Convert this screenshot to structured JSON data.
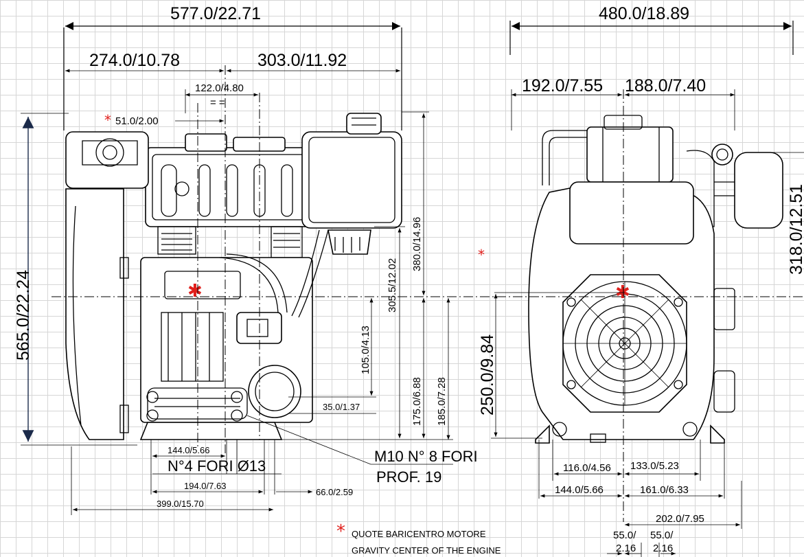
{
  "dimensions": {
    "top_overall_left": "577.0/22.71",
    "top_overall_right": "480.0/18.89",
    "left_part": "274.0/10.78",
    "right_part": "303.0/11.92",
    "center_offset": "122.0/4.80",
    "gravity_offset": "51.0/2.00",
    "side_left": "192.0/7.55",
    "side_right": "188.0/7.40",
    "height_overall": "565.0/22.24",
    "height_380": "380.0/14.96",
    "height_305": "305.5/12.02",
    "height_105": "105.0/4.13",
    "dim_35": "35.0/1.37",
    "height_175": "175.0/6.88",
    "height_185": "185.0/7.28",
    "height_250": "250.0/9.84",
    "height_318": "318.0/12.51",
    "base_144_left": "144.0/5.66",
    "base_194": "194.0/7.63",
    "base_66": "66.0/2.59",
    "base_399": "399.0/15.70",
    "side_116": "116.0/4.56",
    "side_133": "133.0/5.23",
    "side_144": "144.0/5.66",
    "side_161": "161.0/6.33",
    "side_202": "202.0/7.95",
    "side_55_a_top": "55.0/",
    "side_55_a_bottom": "2.16",
    "side_55_b_top": "55.0/",
    "side_55_b_bottom": "2.16"
  },
  "notes": {
    "holes_4": "N°4 FORI  Ø13",
    "holes_m10": "M10 N° 8 FORI",
    "depth": "PROF. 19",
    "legend_line1": "QUOTE BARICENTRO MOTORE",
    "legend_line2": "GRAVITY CENTER OF THE ENGINE",
    "equal_mark": "= ="
  },
  "colors": {
    "marker": "#e0201c",
    "grid": "#d6d6d6",
    "lines": "#000000"
  },
  "icons": {
    "gravity_marker": "asterisk"
  }
}
